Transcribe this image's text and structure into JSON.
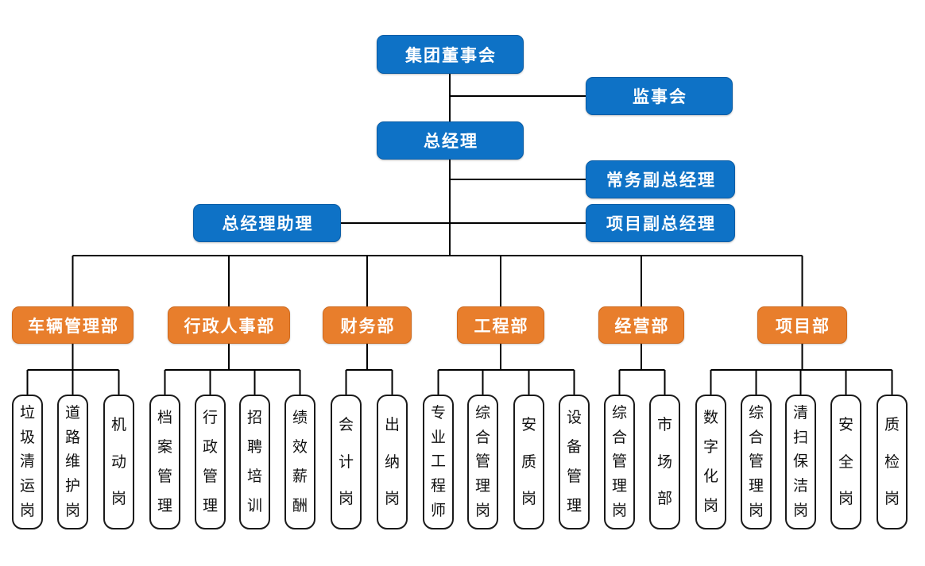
{
  "diagram": {
    "type": "org-chart",
    "colors": {
      "node_blue": "#0E72C6",
      "node_orange": "#E87E2C",
      "connector": "#000000",
      "leaf_border": "#1A1A1A",
      "background": "#FFFFFF"
    },
    "executive_nodes": [
      {
        "label": "集团董事会"
      },
      {
        "label": "监事会"
      },
      {
        "label": "总经理"
      },
      {
        "label": "常务副总经理"
      },
      {
        "label": "项目副总经理"
      },
      {
        "label": "总经理助理"
      }
    ],
    "departments": [
      {
        "label": "车辆管理部",
        "positions": [
          "垃圾清运岗",
          "道路维护岗",
          "机动岗"
        ]
      },
      {
        "label": "行政人事部",
        "positions": [
          "档案管理",
          "行政管理",
          "招聘培训",
          "绩效薪酬"
        ]
      },
      {
        "label": "财务部",
        "positions": [
          "会计岗",
          "出纳岗"
        ]
      },
      {
        "label": "工程部",
        "positions": [
          "专业工程师",
          "综合管理岗",
          "安质岗",
          "设备管理"
        ]
      },
      {
        "label": "经营部",
        "positions": [
          "综合管理岗",
          "市场部"
        ]
      },
      {
        "label": "项目部",
        "positions": [
          "数字化岗",
          "综合管理岗",
          "清扫保洁岗",
          "安全岗",
          "质检岗"
        ]
      }
    ]
  }
}
